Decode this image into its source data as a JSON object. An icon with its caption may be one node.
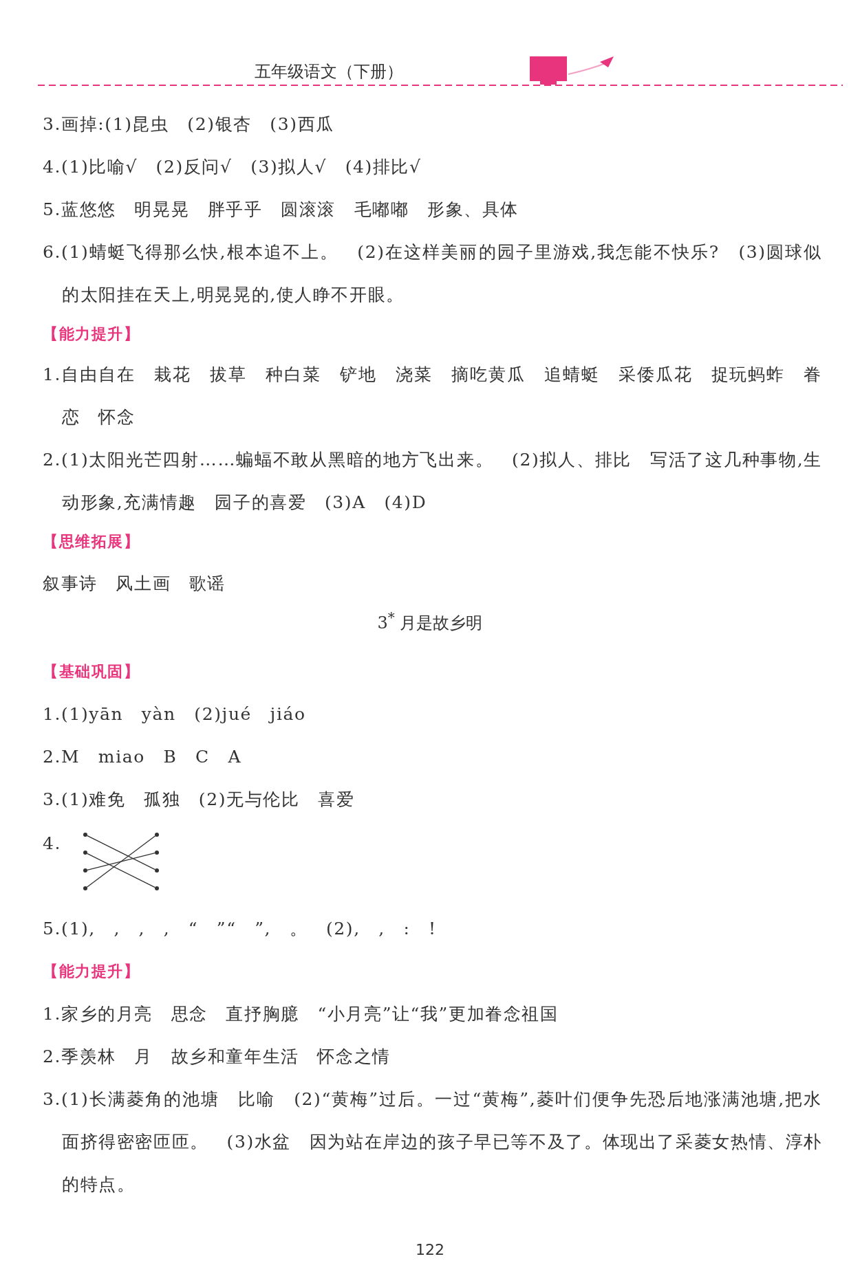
{
  "diagram": {
    "title": "3$^{*}$ 月是故乡明",
    "nodes": [
      {
        "text": [],
        "shape": "circle"
      },
      {
        "text": [],
        "shape": "circle"
      },
      {
        "text": [],
        "shape": "circle"
      },
      {
        "text": [],
        "shape": "circle"
      },
      {
        "text": [],
        "shape": "circle"
      },
      {
        "text": [],
        "shape": "circle"
      },
      {
        "text": [],
        "shape": "circle"
      },
      {
        "text": [],
        "shape": "circle"
      }
    ],
    "edges": [
      {
        "from": 0,
        "to": 5,
        "arrow": "none"
      },
      {
        "from": 2,
        "to": 7,
        "arrow": "none"
      },
      {
        "from": 4,
        "to": 3,
        "arrow": "none"
      },
      {
        "from": 6,
        "to": 1,
        "arrow": "none"
      }
    ],
    "labels": [
      "五年级语文（下册）",
      "3.画掉:(1)昆虫　(2)银杏　(3)西瓜",
      "4.(1)比喻√　(2)反问√　(3)拟人√　(4)排比√",
      "5.蓝悠悠　明晃晃　胖乎乎　圆滚滚　毛嘟嘟　形象、具体",
      "6.(1)蜻蜓飞得那么快,根本追不上。　(2)在这样美丽的园子里游戏,我怎能不快乐?　(3)圆球似的太阳挂在天上,明晃晃的,使人睁不开眼。",
      "【能力提升】",
      "1.自由自在　栽花　拔草　种白菜　铲地　浇菜　摘吃黄瓜　追蜻蜓　采倭瓜花　捉玩蚂蚱　眷恋　怀念",
      "2.(1)太阳光芒四射……蝙蝠不敢从黑暗的地方飞出来。　(2)拟人、排比　写活了这几种事物,生动形象,充满情趣　园子的喜爱　(3)A　(4)D",
      "【思维拓展】",
      "叙事诗　风土画　歌谣",
      "【基础巩固】",
      "1.(1)yān　yàn　(2)jué　jiáo",
      "2.M　miao　B　C　A",
      "3.(1)难免　孤独　(2)无与伦比　喜爱",
      "4.",
      "5.(1),　,　,　,　“　”“　”,　。　(2),　,　:　!",
      "【能力提升】",
      "1.家乡的月亮　思念　直抒胸臆　“小月亮”让“我”更加眷念祖国",
      "2.季羡林　月　故乡和童年生活　怀念之情",
      "3.(1)长满菱角的池塘　比喻　(2)“黄梅”过后。一过“黄梅”,菱叶们便争先恐后地涨满池塘,把水面挤得密密匝匝。　(3)水盆　因为站在岸边的孩子早已等不及了。体现出了采菱女热情、淳朴的特点。",
      "122"
    ]
  }
}
